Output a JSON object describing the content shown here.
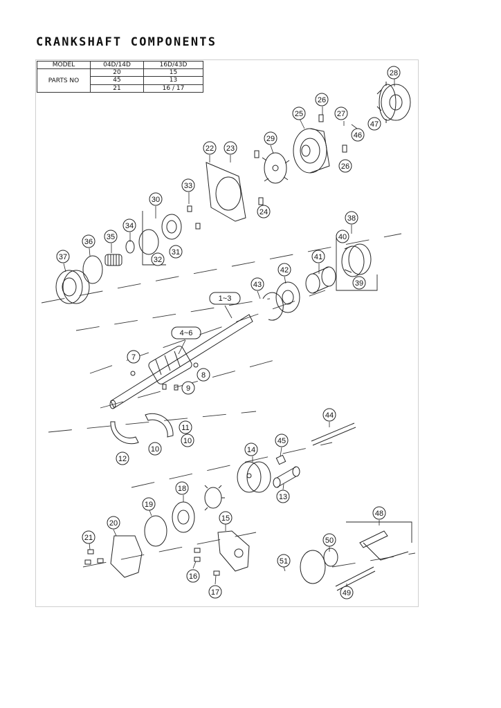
{
  "title": "CRANKSHAFT COMPONENTS",
  "parts_table": {
    "headers": [
      "MODEL",
      "04D/14D",
      "16D/43D"
    ],
    "row_label": "PARTS NO",
    "rows": [
      [
        "20",
        "15"
      ],
      [
        "45",
        "13"
      ],
      [
        "21",
        "16 / 17"
      ]
    ]
  },
  "callouts": [
    "1~3",
    "4~6",
    "7",
    "8",
    "9",
    "10",
    "10",
    "11",
    "12",
    "13",
    "14",
    "15",
    "16",
    "17",
    "18",
    "19",
    "20",
    "21",
    "22",
    "23",
    "24",
    "25",
    "26",
    "26",
    "27",
    "28",
    "29",
    "30",
    "31",
    "32",
    "33",
    "34",
    "35",
    "36",
    "37",
    "38",
    "39",
    "40",
    "41",
    "42",
    "43",
    "44",
    "45",
    "46",
    "47",
    "48",
    "49",
    "50",
    "51"
  ]
}
